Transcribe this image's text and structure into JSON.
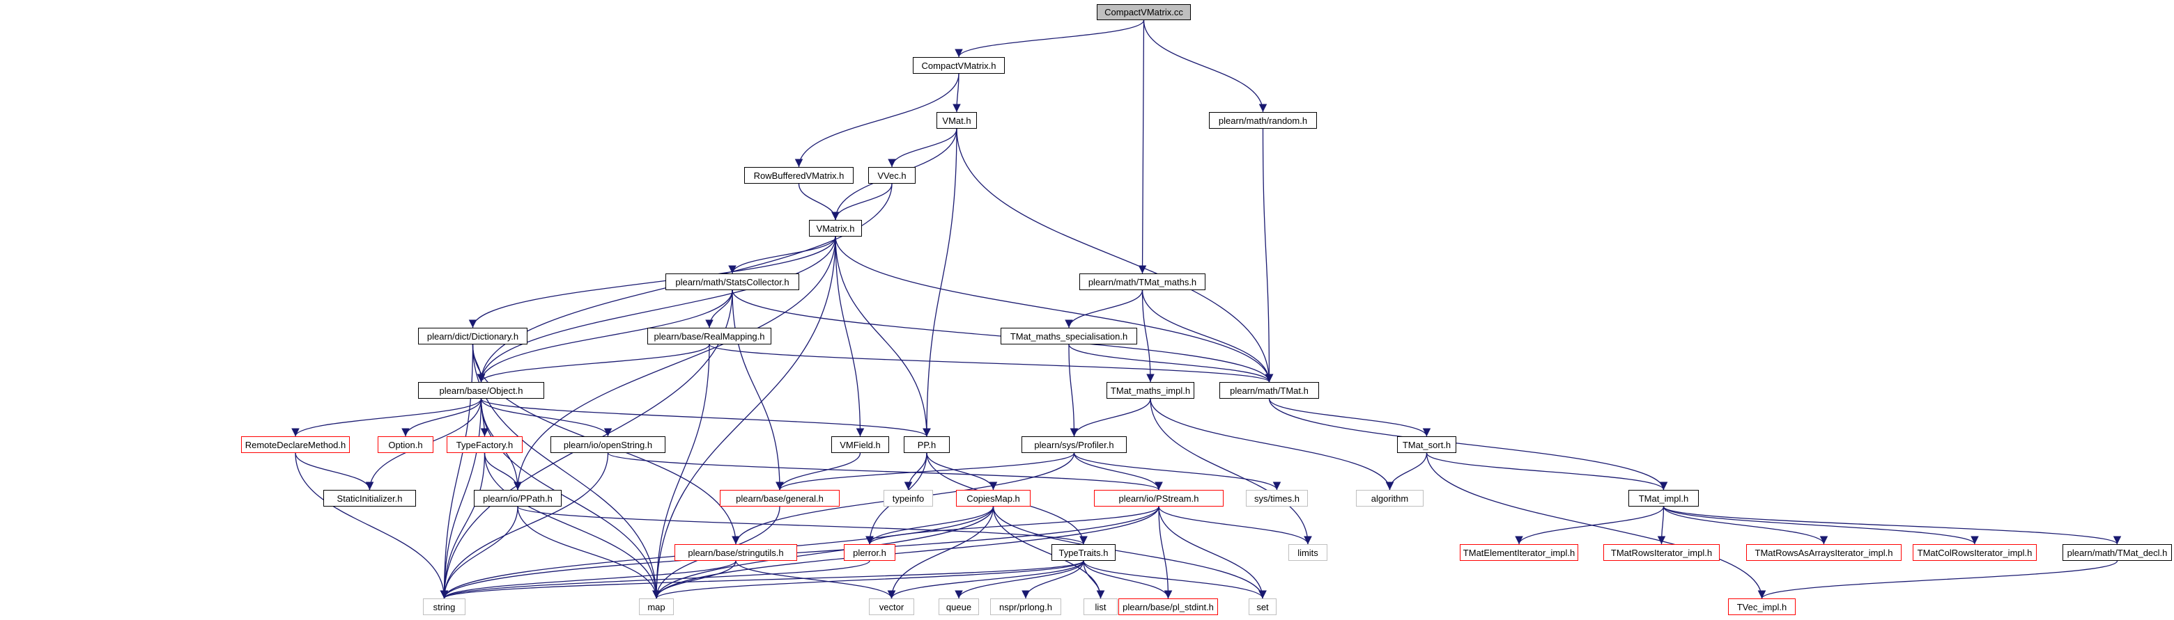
{
  "diagram": {
    "title": "CompactVMatrix.cc include dependency graph",
    "nodes": [
      {
        "id": "root",
        "label": "CompactVMatrix.cc",
        "style": "root"
      },
      {
        "id": "cvm_h",
        "label": "CompactVMatrix.h",
        "style": "normal"
      },
      {
        "id": "random",
        "label": "plearn/math/random.h",
        "style": "normal"
      },
      {
        "id": "vmat",
        "label": "VMat.h",
        "style": "normal"
      },
      {
        "id": "rowbuf",
        "label": "RowBufferedVMatrix.h",
        "style": "normal"
      },
      {
        "id": "vvec",
        "label": "VVec.h",
        "style": "normal"
      },
      {
        "id": "vmatrix",
        "label": "VMatrix.h",
        "style": "normal"
      },
      {
        "id": "stats",
        "label": "plearn/math/StatsCollector.h",
        "style": "normal"
      },
      {
        "id": "tmaths",
        "label": "plearn/math/TMat_maths.h",
        "style": "normal"
      },
      {
        "id": "dict",
        "label": "plearn/dict/Dictionary.h",
        "style": "normal"
      },
      {
        "id": "realmap",
        "label": "plearn/base/RealMapping.h",
        "style": "normal"
      },
      {
        "id": "tspec",
        "label": "TMat_maths_specialisation.h",
        "style": "normal"
      },
      {
        "id": "object",
        "label": "plearn/base/Object.h",
        "style": "normal"
      },
      {
        "id": "tmimpl",
        "label": "TMat_maths_impl.h",
        "style": "normal"
      },
      {
        "id": "tmat",
        "label": "plearn/math/TMat.h",
        "style": "normal"
      },
      {
        "id": "remote",
        "label": "RemoteDeclareMethod.h",
        "style": "red"
      },
      {
        "id": "option",
        "label": "Option.h",
        "style": "red"
      },
      {
        "id": "typefactory",
        "label": "TypeFactory.h",
        "style": "red"
      },
      {
        "id": "openstring",
        "label": "plearn/io/openString.h",
        "style": "normal"
      },
      {
        "id": "vmfield",
        "label": "VMField.h",
        "style": "normal"
      },
      {
        "id": "pp",
        "label": "PP.h",
        "style": "normal"
      },
      {
        "id": "profiler",
        "label": "plearn/sys/Profiler.h",
        "style": "normal"
      },
      {
        "id": "tsort",
        "label": "TMat_sort.h",
        "style": "normal"
      },
      {
        "id": "staticinit",
        "label": "StaticInitializer.h",
        "style": "normal"
      },
      {
        "id": "ppath",
        "label": "plearn/io/PPath.h",
        "style": "normal"
      },
      {
        "id": "general",
        "label": "plearn/base/general.h",
        "style": "red"
      },
      {
        "id": "typeinfo",
        "label": "typeinfo",
        "style": "gray"
      },
      {
        "id": "copiesmap",
        "label": "CopiesMap.h",
        "style": "red"
      },
      {
        "id": "pstream",
        "label": "plearn/io/PStream.h",
        "style": "red"
      },
      {
        "id": "systimes",
        "label": "sys/times.h",
        "style": "gray"
      },
      {
        "id": "algorithm",
        "label": "algorithm",
        "style": "gray"
      },
      {
        "id": "timpl",
        "label": "TMat_impl.h",
        "style": "normal"
      },
      {
        "id": "limits",
        "label": "limits",
        "style": "gray"
      },
      {
        "id": "stringutils",
        "label": "plearn/base/stringutils.h",
        "style": "red"
      },
      {
        "id": "plerror",
        "label": "plerror.h",
        "style": "red"
      },
      {
        "id": "typetraits",
        "label": "TypeTraits.h",
        "style": "normal"
      },
      {
        "id": "telem",
        "label": "TMatElementIterator_impl.h",
        "style": "red"
      },
      {
        "id": "trows",
        "label": "TMatRowsIterator_impl.h",
        "style": "red"
      },
      {
        "id": "trowsarr",
        "label": "TMatRowsAsArraysIterator_impl.h",
        "style": "red"
      },
      {
        "id": "tcolrows",
        "label": "TMatColRowsIterator_impl.h",
        "style": "red"
      },
      {
        "id": "tdecl",
        "label": "plearn/math/TMat_decl.h",
        "style": "normal"
      },
      {
        "id": "string",
        "label": "string",
        "style": "gray"
      },
      {
        "id": "map",
        "label": "map",
        "style": "gray"
      },
      {
        "id": "vector",
        "label": "vector",
        "style": "gray"
      },
      {
        "id": "queue",
        "label": "queue",
        "style": "gray"
      },
      {
        "id": "nsprlong",
        "label": "nspr/prlong.h",
        "style": "gray"
      },
      {
        "id": "list",
        "label": "list",
        "style": "gray"
      },
      {
        "id": "plstdint",
        "label": "plearn/base/pl_stdint.h",
        "style": "red"
      },
      {
        "id": "set",
        "label": "set",
        "style": "gray"
      },
      {
        "id": "tvec",
        "label": "TVec_impl.h",
        "style": "red"
      }
    ],
    "edges": [
      [
        "root",
        "cvm_h"
      ],
      [
        "root",
        "tmaths"
      ],
      [
        "root",
        "random"
      ],
      [
        "cvm_h",
        "vmat"
      ],
      [
        "cvm_h",
        "rowbuf"
      ],
      [
        "random",
        "tmat"
      ],
      [
        "vmat",
        "vvec"
      ],
      [
        "vmat",
        "vmatrix"
      ],
      [
        "vmat",
        "pp"
      ],
      [
        "vmat",
        "tmat"
      ],
      [
        "rowbuf",
        "vmatrix"
      ],
      [
        "vvec",
        "vmatrix"
      ],
      [
        "vvec",
        "object"
      ],
      [
        "vmatrix",
        "stats"
      ],
      [
        "vmatrix",
        "dict"
      ],
      [
        "vmatrix",
        "object"
      ],
      [
        "vmatrix",
        "vmfield"
      ],
      [
        "vmatrix",
        "pp"
      ],
      [
        "vmatrix",
        "ppath"
      ],
      [
        "vmatrix",
        "map"
      ],
      [
        "vmatrix",
        "tmat"
      ],
      [
        "stats",
        "object"
      ],
      [
        "stats",
        "realmap"
      ],
      [
        "stats",
        "general"
      ],
      [
        "stats",
        "string"
      ],
      [
        "stats",
        "tmat"
      ],
      [
        "tmaths",
        "tspec"
      ],
      [
        "tmaths",
        "tmimpl"
      ],
      [
        "tmaths",
        "tmat"
      ],
      [
        "dict",
        "object"
      ],
      [
        "dict",
        "stringutils"
      ],
      [
        "dict",
        "string"
      ],
      [
        "dict",
        "map"
      ],
      [
        "realmap",
        "object"
      ],
      [
        "realmap",
        "map"
      ],
      [
        "realmap",
        "tmat"
      ],
      [
        "tspec",
        "profiler"
      ],
      [
        "tspec",
        "tmat"
      ],
      [
        "object",
        "remote"
      ],
      [
        "object",
        "option"
      ],
      [
        "object",
        "typefactory"
      ],
      [
        "object",
        "openstring"
      ],
      [
        "object",
        "staticinit"
      ],
      [
        "object",
        "ppath"
      ],
      [
        "object",
        "pp"
      ],
      [
        "object",
        "string"
      ],
      [
        "object",
        "map"
      ],
      [
        "tmimpl",
        "profiler"
      ],
      [
        "tmimpl",
        "algorithm"
      ],
      [
        "tmimpl",
        "limits"
      ],
      [
        "tmat",
        "tsort"
      ],
      [
        "tmat",
        "timpl"
      ],
      [
        "remote",
        "staticinit"
      ],
      [
        "remote",
        "string"
      ],
      [
        "typefactory",
        "ppath"
      ],
      [
        "typefactory",
        "string"
      ],
      [
        "typefactory",
        "map"
      ],
      [
        "openstring",
        "pstream"
      ],
      [
        "openstring",
        "string"
      ],
      [
        "vmfield",
        "general"
      ],
      [
        "pp",
        "typeinfo"
      ],
      [
        "pp",
        "copiesmap"
      ],
      [
        "pp",
        "typetraits"
      ],
      [
        "pp",
        "plerror"
      ],
      [
        "profiler",
        "general"
      ],
      [
        "profiler",
        "pstream"
      ],
      [
        "profiler",
        "systimes"
      ],
      [
        "profiler",
        "stringutils"
      ],
      [
        "tsort",
        "algorithm"
      ],
      [
        "tsort",
        "timpl"
      ],
      [
        "tsort",
        "tvec"
      ],
      [
        "ppath",
        "typetraits"
      ],
      [
        "ppath",
        "string"
      ],
      [
        "ppath",
        "map"
      ],
      [
        "general",
        "map"
      ],
      [
        "copiesmap",
        "plerror"
      ],
      [
        "copiesmap",
        "map"
      ],
      [
        "copiesmap",
        "vector"
      ],
      [
        "copiesmap",
        "set"
      ],
      [
        "copiesmap",
        "string"
      ],
      [
        "copiesmap",
        "list"
      ],
      [
        "pstream",
        "plerror"
      ],
      [
        "pstream",
        "map"
      ],
      [
        "pstream",
        "limits"
      ],
      [
        "pstream",
        "set"
      ],
      [
        "pstream",
        "plstdint"
      ],
      [
        "pstream",
        "string"
      ],
      [
        "timpl",
        "telem"
      ],
      [
        "timpl",
        "trows"
      ],
      [
        "timpl",
        "trowsarr"
      ],
      [
        "timpl",
        "tcolrows"
      ],
      [
        "timpl",
        "tdecl"
      ],
      [
        "stringutils",
        "string"
      ],
      [
        "stringutils",
        "map"
      ],
      [
        "stringutils",
        "vector"
      ],
      [
        "plerror",
        "string"
      ],
      [
        "typetraits",
        "string"
      ],
      [
        "typetraits",
        "map"
      ],
      [
        "typetraits",
        "vector"
      ],
      [
        "typetraits",
        "queue"
      ],
      [
        "typetraits",
        "nsprlong"
      ],
      [
        "typetraits",
        "list"
      ],
      [
        "typetraits",
        "plstdint"
      ],
      [
        "typetraits",
        "set"
      ],
      [
        "tdecl",
        "tvec"
      ]
    ],
    "colors": {
      "edge": "#191970",
      "root_fill": "#bfbfbf",
      "red_border": "#ff0000",
      "gray_border": "#bfbfbf",
      "normal_border": "#000000"
    }
  }
}
